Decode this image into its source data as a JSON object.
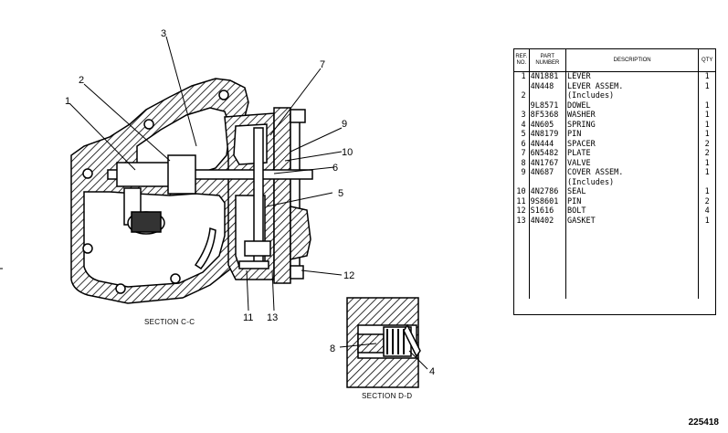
{
  "callouts": [
    "1",
    "2",
    "3",
    "7",
    "9",
    "10",
    "6",
    "5",
    "12",
    "11",
    "13",
    "8",
    "4"
  ],
  "section_labels": {
    "c": "SECTION C-C",
    "d": "SECTION D-D"
  },
  "figure_number": "225418",
  "parts_table": {
    "headers": {
      "ref": "REF. NO.",
      "part": "PART NUMBER",
      "desc": "DESCRIPTION",
      "qty": "QTY"
    },
    "rows": [
      {
        "ref": "1",
        "part": "4N1881",
        "desc": "LEVER",
        "qty": "1"
      },
      {
        "ref": "",
        "part": "4N448",
        "desc": "LEVER ASSEM.",
        "qty": "1"
      },
      {
        "ref": "2",
        "part": "",
        "desc": "(Includes)",
        "qty": ""
      },
      {
        "ref": "",
        "part": "9L8571",
        "desc": "DOWEL",
        "qty": "1"
      },
      {
        "ref": "3",
        "part": "8F5368",
        "desc": "WASHER",
        "qty": "1"
      },
      {
        "ref": "4",
        "part": "4N605",
        "desc": "SPRING",
        "qty": "1"
      },
      {
        "ref": "5",
        "part": "4N8179",
        "desc": "PIN",
        "qty": "1"
      },
      {
        "ref": "6",
        "part": "4N444",
        "desc": "SPACER",
        "qty": "2"
      },
      {
        "ref": "7",
        "part": "6N5482",
        "desc": "PLATE",
        "qty": "2"
      },
      {
        "ref": "8",
        "part": "4N1767",
        "desc": "VALVE",
        "qty": "1"
      },
      {
        "ref": "9",
        "part": "4N687",
        "desc": "COVER ASSEM.",
        "qty": "1"
      },
      {
        "ref": "",
        "part": "",
        "desc": "(Includes)",
        "qty": ""
      },
      {
        "ref": "10",
        "part": "4N2786",
        "desc": "SEAL",
        "qty": "1"
      },
      {
        "ref": "11",
        "part": "9S8601",
        "desc": "PIN",
        "qty": "2"
      },
      {
        "ref": "12",
        "part": "S1616",
        "desc": "BOLT",
        "qty": "4"
      },
      {
        "ref": "13",
        "part": "4N402",
        "desc": "GASKET",
        "qty": "1"
      }
    ]
  }
}
